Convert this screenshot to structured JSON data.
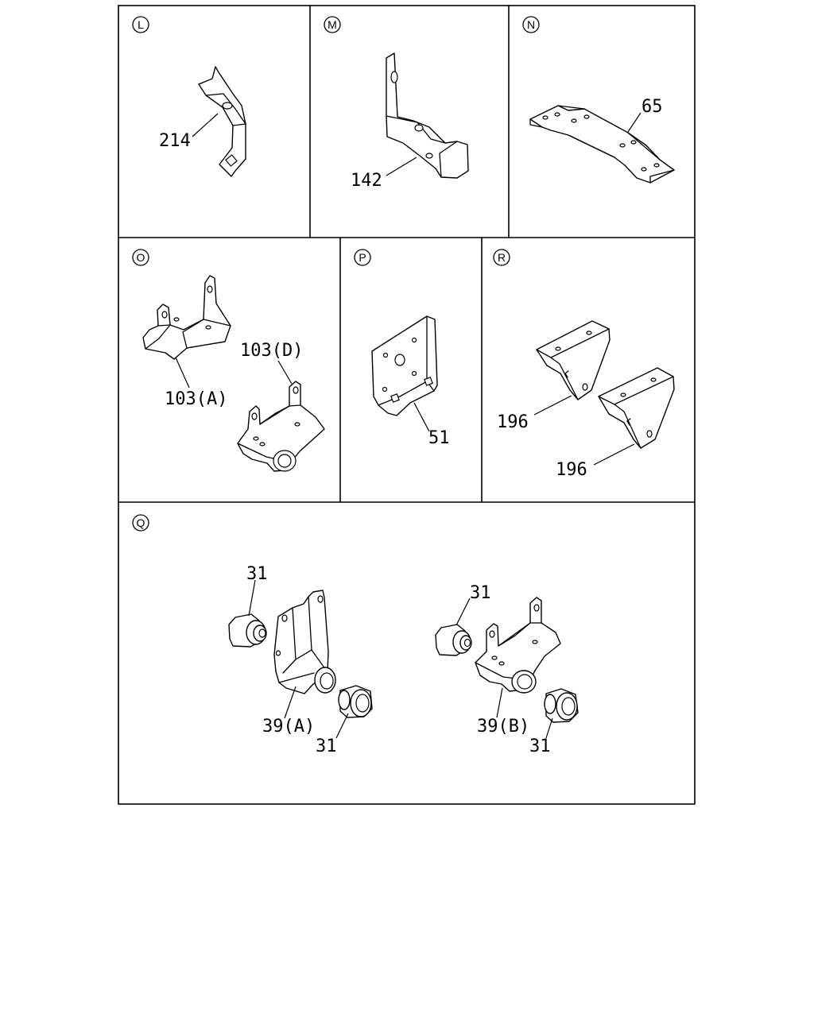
{
  "panels": {
    "L": {
      "letter": "L",
      "callouts": [
        "214"
      ]
    },
    "M": {
      "letter": "M",
      "callouts": [
        "142"
      ]
    },
    "N": {
      "letter": "N",
      "callouts": [
        "65"
      ]
    },
    "O": {
      "letter": "O",
      "callouts": [
        "103(D)",
        "103(A)"
      ]
    },
    "P": {
      "letter": "P",
      "callouts": [
        "51"
      ]
    },
    "R": {
      "letter": "R",
      "callouts": [
        "196",
        "196"
      ]
    },
    "Q": {
      "letter": "Q",
      "callouts": [
        "31",
        "39(A)",
        "31",
        "31",
        "39(B)",
        "31"
      ]
    }
  }
}
